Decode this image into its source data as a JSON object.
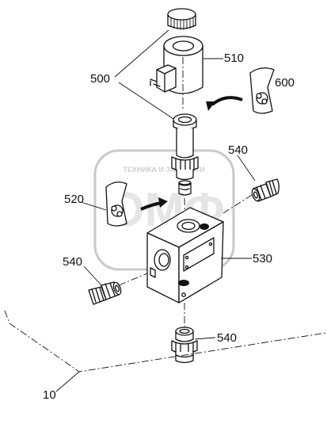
{
  "diagram": {
    "labels": {
      "l500": "500",
      "l510": "510",
      "l600": "600",
      "l540_top": "540",
      "l520": "520",
      "l530": "530",
      "l540_left": "540",
      "l540_bottom": "540",
      "l10": "10"
    },
    "watermark": {
      "text": "ТЕХНИКА И ЗАПЧАСТИ",
      "logo": "ОМФ"
    }
  }
}
